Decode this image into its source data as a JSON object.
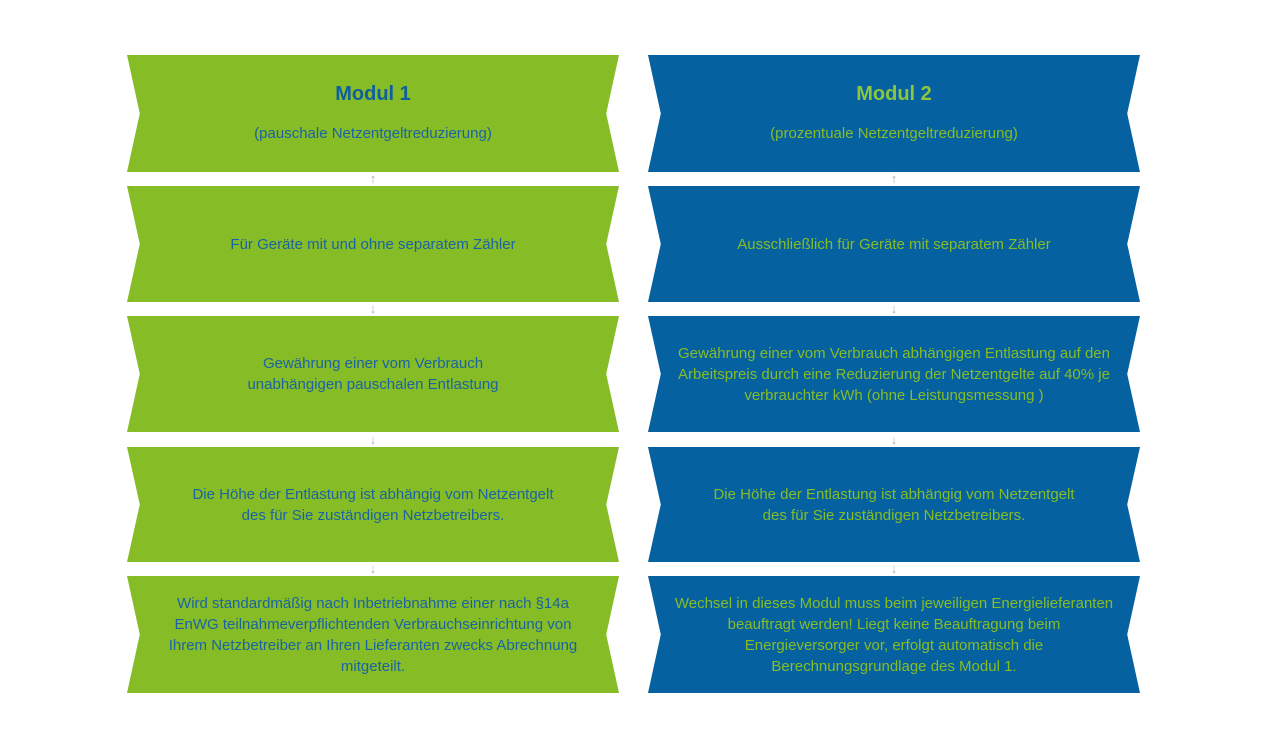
{
  "modules": [
    {
      "title": "Modul 1",
      "subtitle": "(pauschale Netzentgeltreduzierung)",
      "rows": [
        "Für Geräte mit und ohne separatem Zähler",
        "Gewährung einer vom Verbrauch unabhängigen pauschalen Entlastung",
        "Die Höhe der Entlastung ist abhängig vom Netzentgelt des für Sie zuständigen Netzbetreibers.",
        "Wird standardmäßig nach Inbetriebnahme einer nach §14a EnWG  teilnahmeverpflichtenden Verbrauchseinrichtung von Ihrem Netzbetreiber an Ihren Lieferanten zwecks Abrechnung mitgeteilt."
      ]
    },
    {
      "title": "Modul 2",
      "subtitle": "(prozentuale Netzentgeltreduzierung)",
      "rows": [
        "Ausschließlich für Geräte mit separatem Zähler",
        "Gewährung einer vom Verbrauch abhängigen Entlastung auf den Arbeitspreis durch eine Reduzierung der Netzentgelte auf 40% je verbrauchter kWh (ohne Leistungsmessung )",
        "Die Höhe der Entlastung ist abhängig vom Netzentgelt des für Sie zuständigen Netzbetreibers.",
        "Wechsel in dieses Modul muss beim jeweiligen Energielieferanten beauftragt werden! Liegt keine Beauftragung beim Energieversorger vor, erfolgt automatisch die Berechnungsgrundlage des Modul 1."
      ]
    }
  ],
  "colors": {
    "green": "#86bc25",
    "blue": "#0561a0",
    "arrow": "#a8b0bf"
  }
}
